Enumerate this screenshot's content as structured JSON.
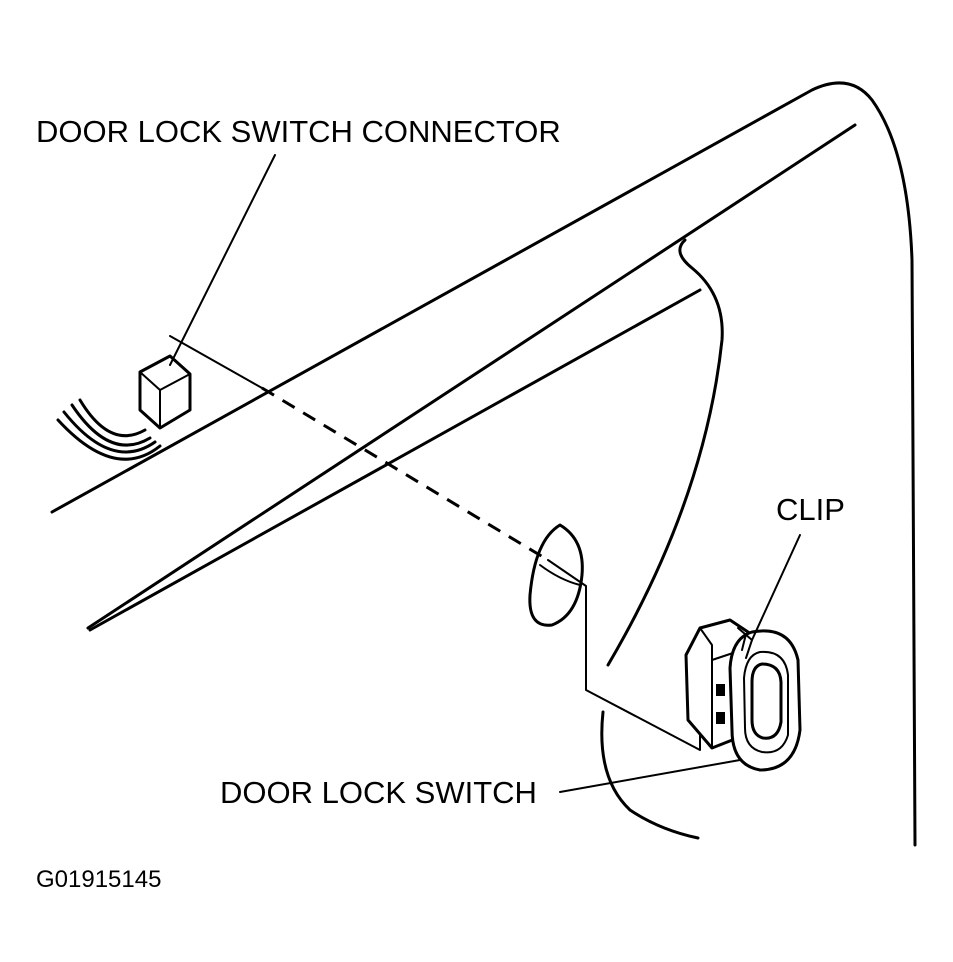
{
  "labels": {
    "connector": "DOOR LOCK SWITCH CONNECTOR",
    "clip": "CLIP",
    "switch": "DOOR LOCK SWITCH",
    "figure_id": "G01915145"
  }
}
